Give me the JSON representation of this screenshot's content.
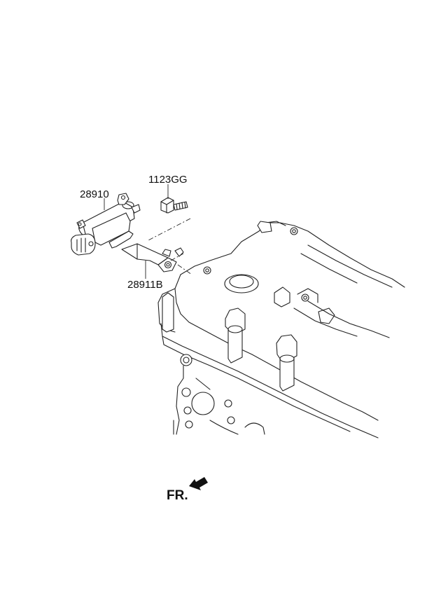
{
  "parts": [
    {
      "id": "part-28910",
      "number": "28910"
    },
    {
      "id": "part-1123gg",
      "number": "1123GG"
    },
    {
      "id": "part-28911b",
      "number": "28911B"
    }
  ],
  "direction_label": "FR."
}
